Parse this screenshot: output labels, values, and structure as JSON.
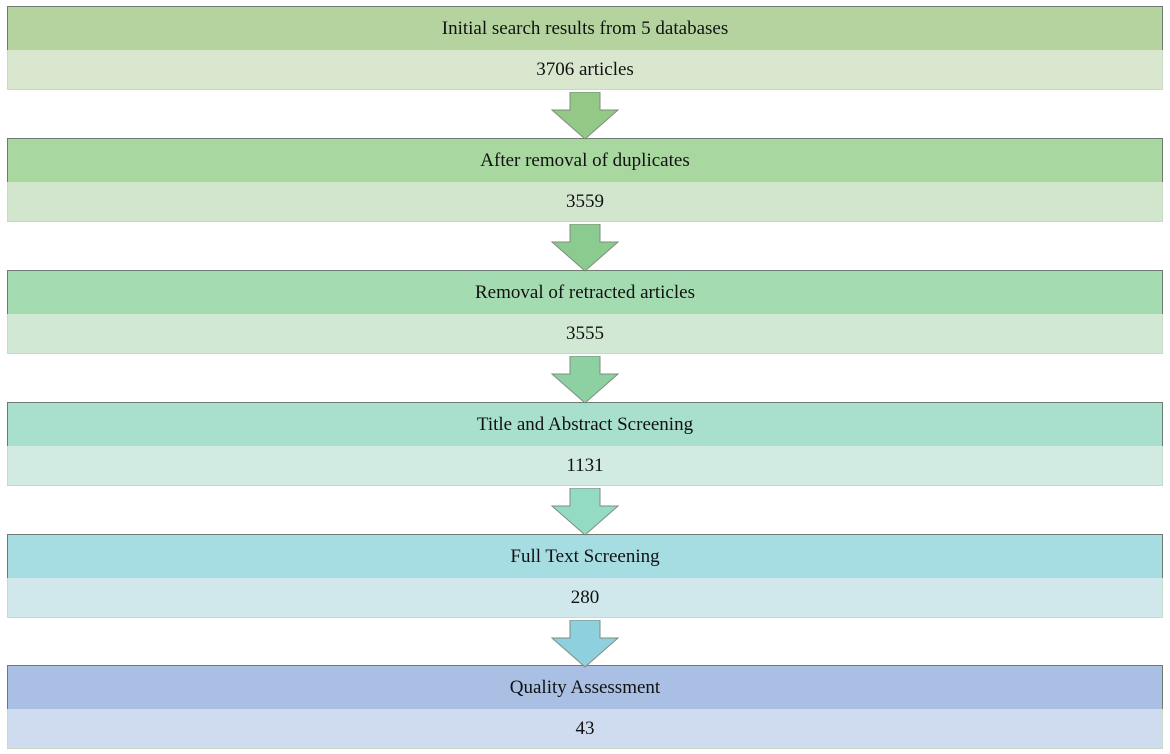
{
  "stages": [
    {
      "label": "Initial search results from 5 databases",
      "count": "3706 articles",
      "header_color": "#b4d39e",
      "count_color": "#d9e7cf",
      "arrow_color": "#93c886"
    },
    {
      "label": "After removal of duplicates",
      "count": "3559",
      "header_color": "#a8d7a0",
      "count_color": "#d2e6cd",
      "arrow_color": "#8ccb8f"
    },
    {
      "label": "Removal of retracted articles",
      "count": "3555",
      "header_color": "#a5dbb0",
      "count_color": "#d0e8d4",
      "arrow_color": "#8dd1a2"
    },
    {
      "label": "Title and Abstract Screening",
      "count": "1131",
      "header_color": "#a8e0cd",
      "count_color": "#d1ebe3",
      "arrow_color": "#94dbc4"
    },
    {
      "label": "Full Text Screening",
      "count": "280",
      "header_color": "#a6dde2",
      "count_color": "#d0e8eb",
      "arrow_color": "#8ed0de"
    },
    {
      "label": "Quality Assessment",
      "count": "43",
      "header_color": "#a9bfe3",
      "count_color": "#cfdbee",
      "arrow_color": ""
    }
  ]
}
